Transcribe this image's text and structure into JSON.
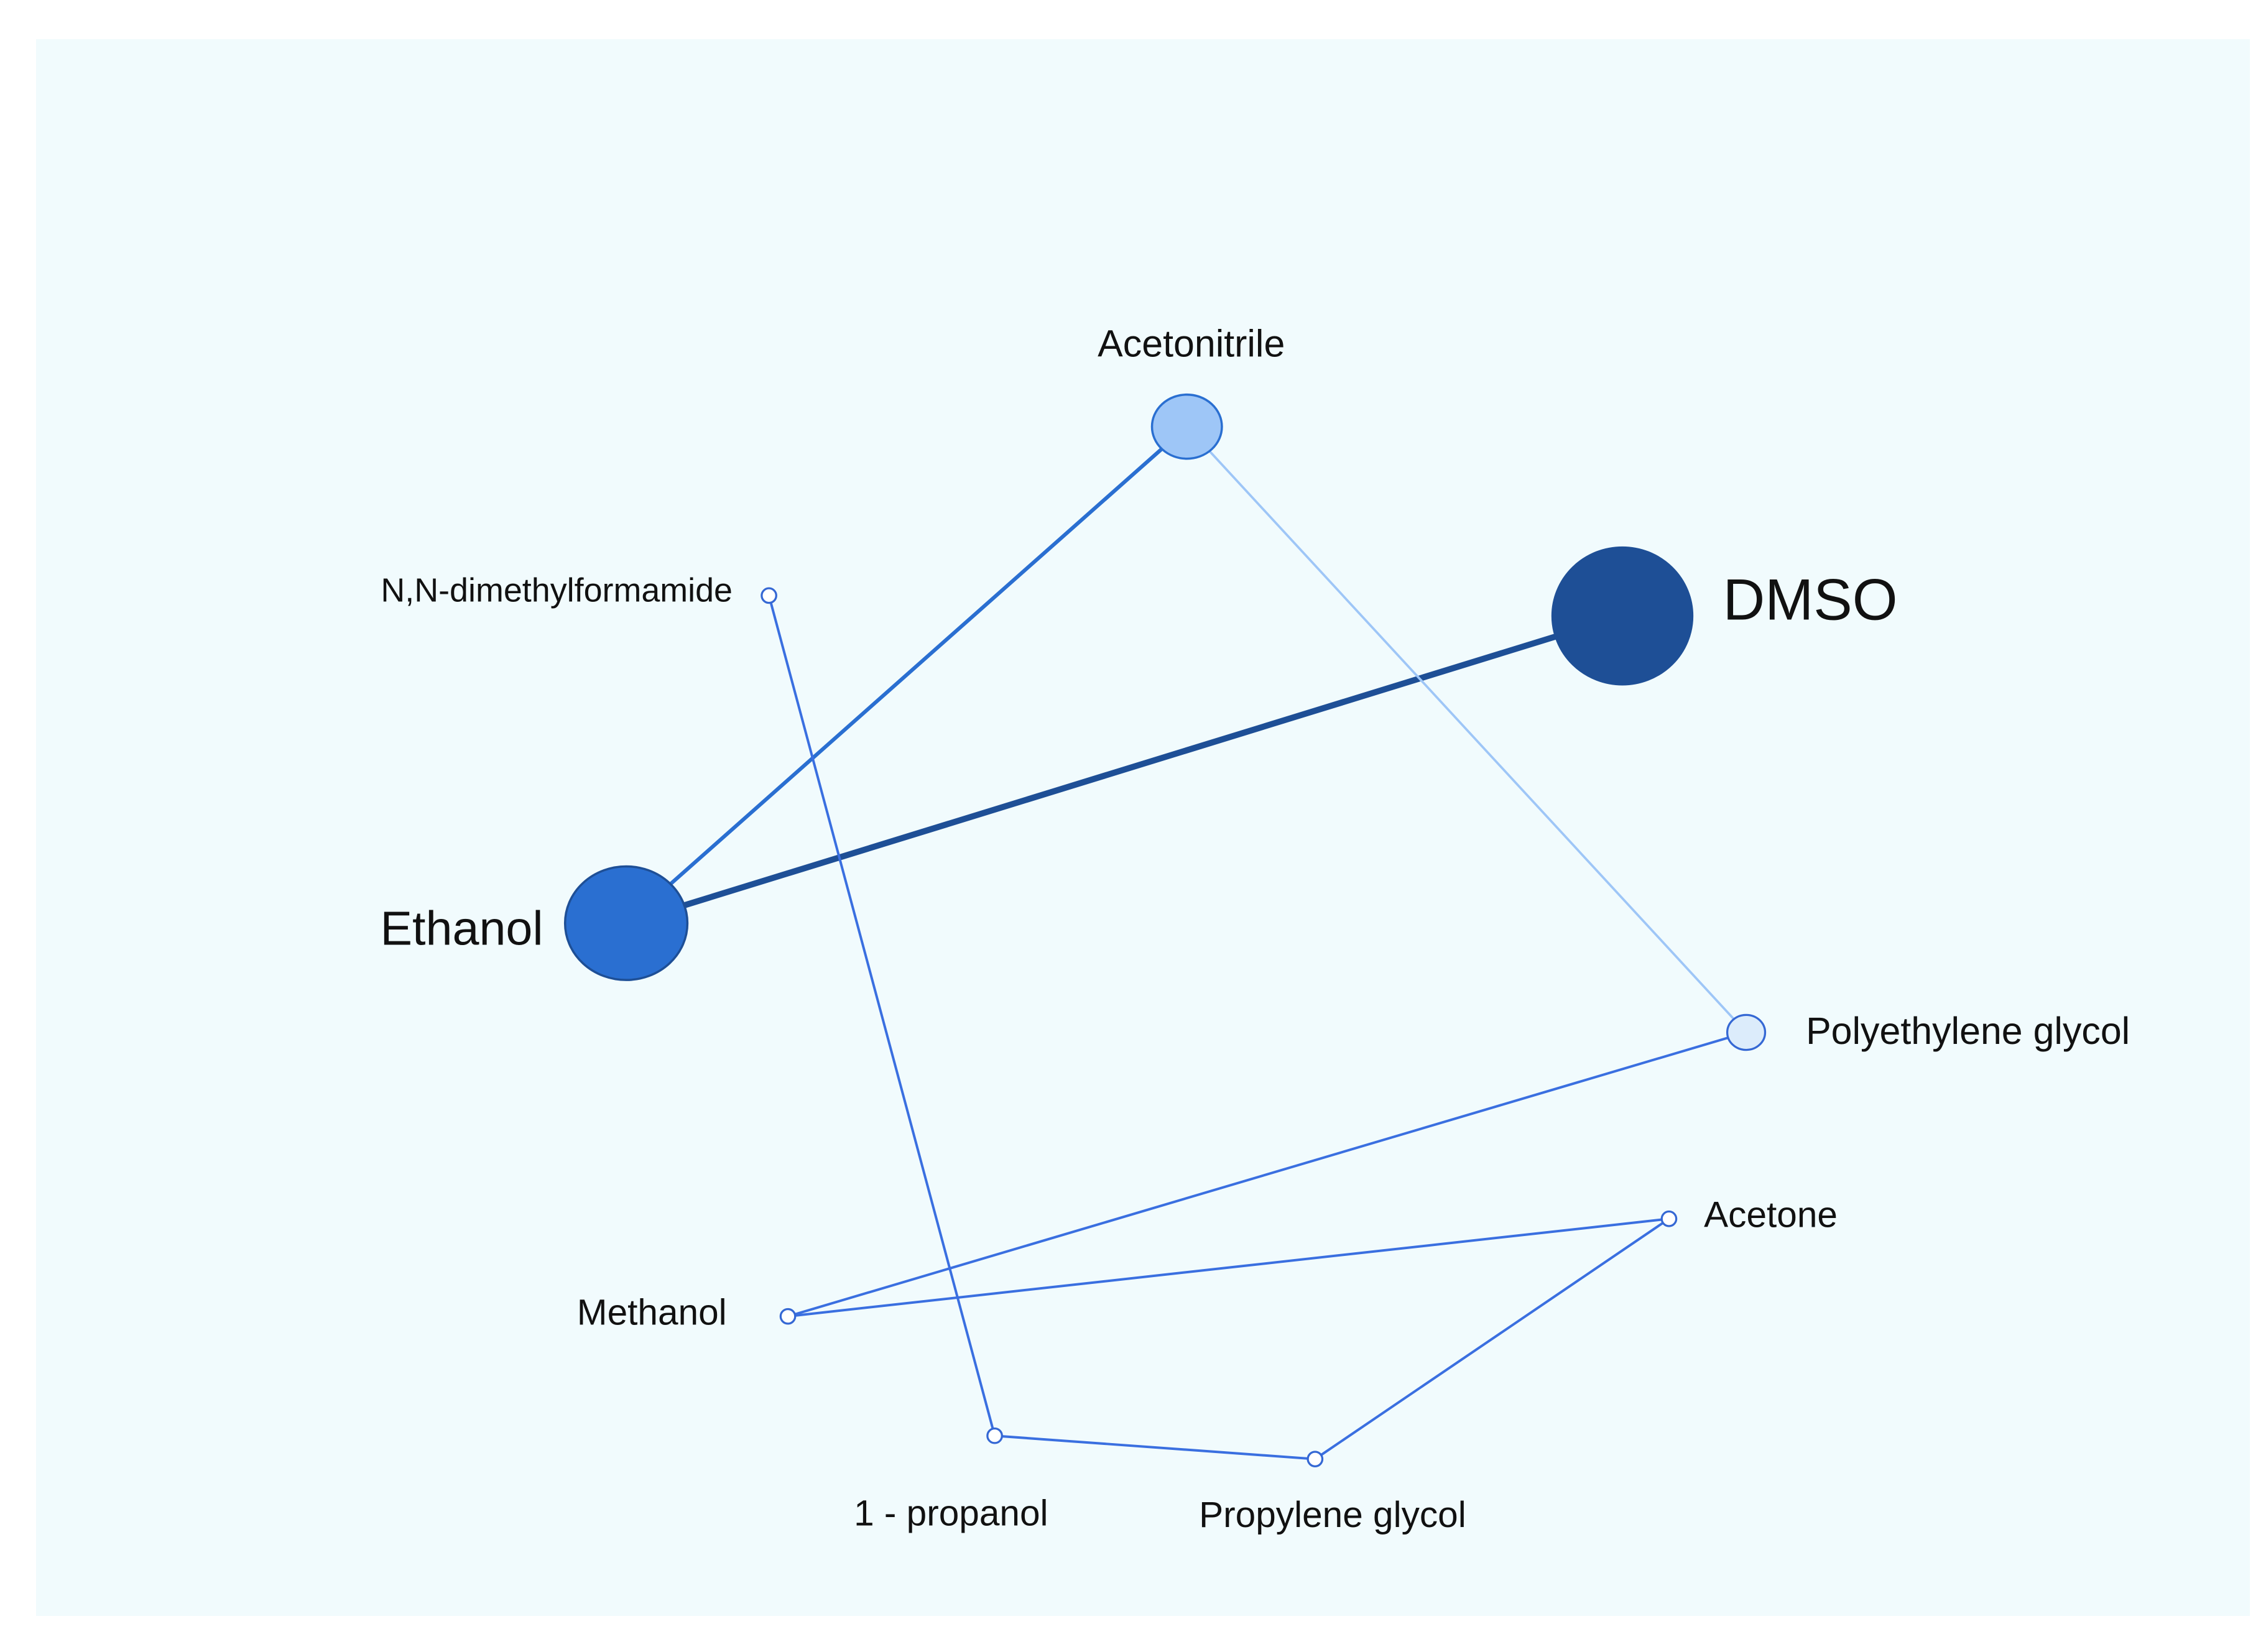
{
  "diagram": {
    "background_color": "#f1fbfd",
    "nodes": [
      {
        "id": "acetonitrile",
        "label": "Acetonitrile",
        "fill": "#9ec6f7",
        "stroke": "#2a6fd1"
      },
      {
        "id": "dmso",
        "label": "DMSO",
        "fill": "#1e4f96",
        "stroke": "#1e4f96"
      },
      {
        "id": "dmf",
        "label": "N,N-dimethylformamide",
        "fill": "#ffffff",
        "stroke": "#3568d4"
      },
      {
        "id": "ethanol",
        "label": "Ethanol",
        "fill": "#2a6fd1",
        "stroke": "#1e4f96"
      },
      {
        "id": "peg",
        "label": "Polyethylene glycol",
        "fill": "#dcecfb",
        "stroke": "#3568d4"
      },
      {
        "id": "acetone",
        "label": "Acetone",
        "fill": "#ffffff",
        "stroke": "#3568d4"
      },
      {
        "id": "methanol",
        "label": "Methanol",
        "fill": "#ffffff",
        "stroke": "#3568d4"
      },
      {
        "id": "propanol",
        "label": "1 - propanol",
        "fill": "#ffffff",
        "stroke": "#3568d4"
      },
      {
        "id": "propylene_glycol",
        "label": "Propylene glycol",
        "fill": "#ffffff",
        "stroke": "#3568d4"
      }
    ],
    "edges": [
      {
        "from": "ethanol",
        "to": "dmso",
        "color": "#1e4f96"
      },
      {
        "from": "ethanol",
        "to": "acetonitrile",
        "color": "#2a6fd1"
      },
      {
        "from": "acetonitrile",
        "to": "peg",
        "color": "#9ec6f7"
      },
      {
        "from": "dmf",
        "to": "propanol",
        "color": "#3a6fe0"
      },
      {
        "from": "propanol",
        "to": "propylene_glycol",
        "color": "#3a6fe0"
      },
      {
        "from": "propylene_glycol",
        "to": "acetone",
        "color": "#3a6fe0"
      },
      {
        "from": "acetone",
        "to": "methanol",
        "color": "#3a6fe0"
      },
      {
        "from": "methanol",
        "to": "peg",
        "color": "#3a6fe0"
      }
    ]
  }
}
